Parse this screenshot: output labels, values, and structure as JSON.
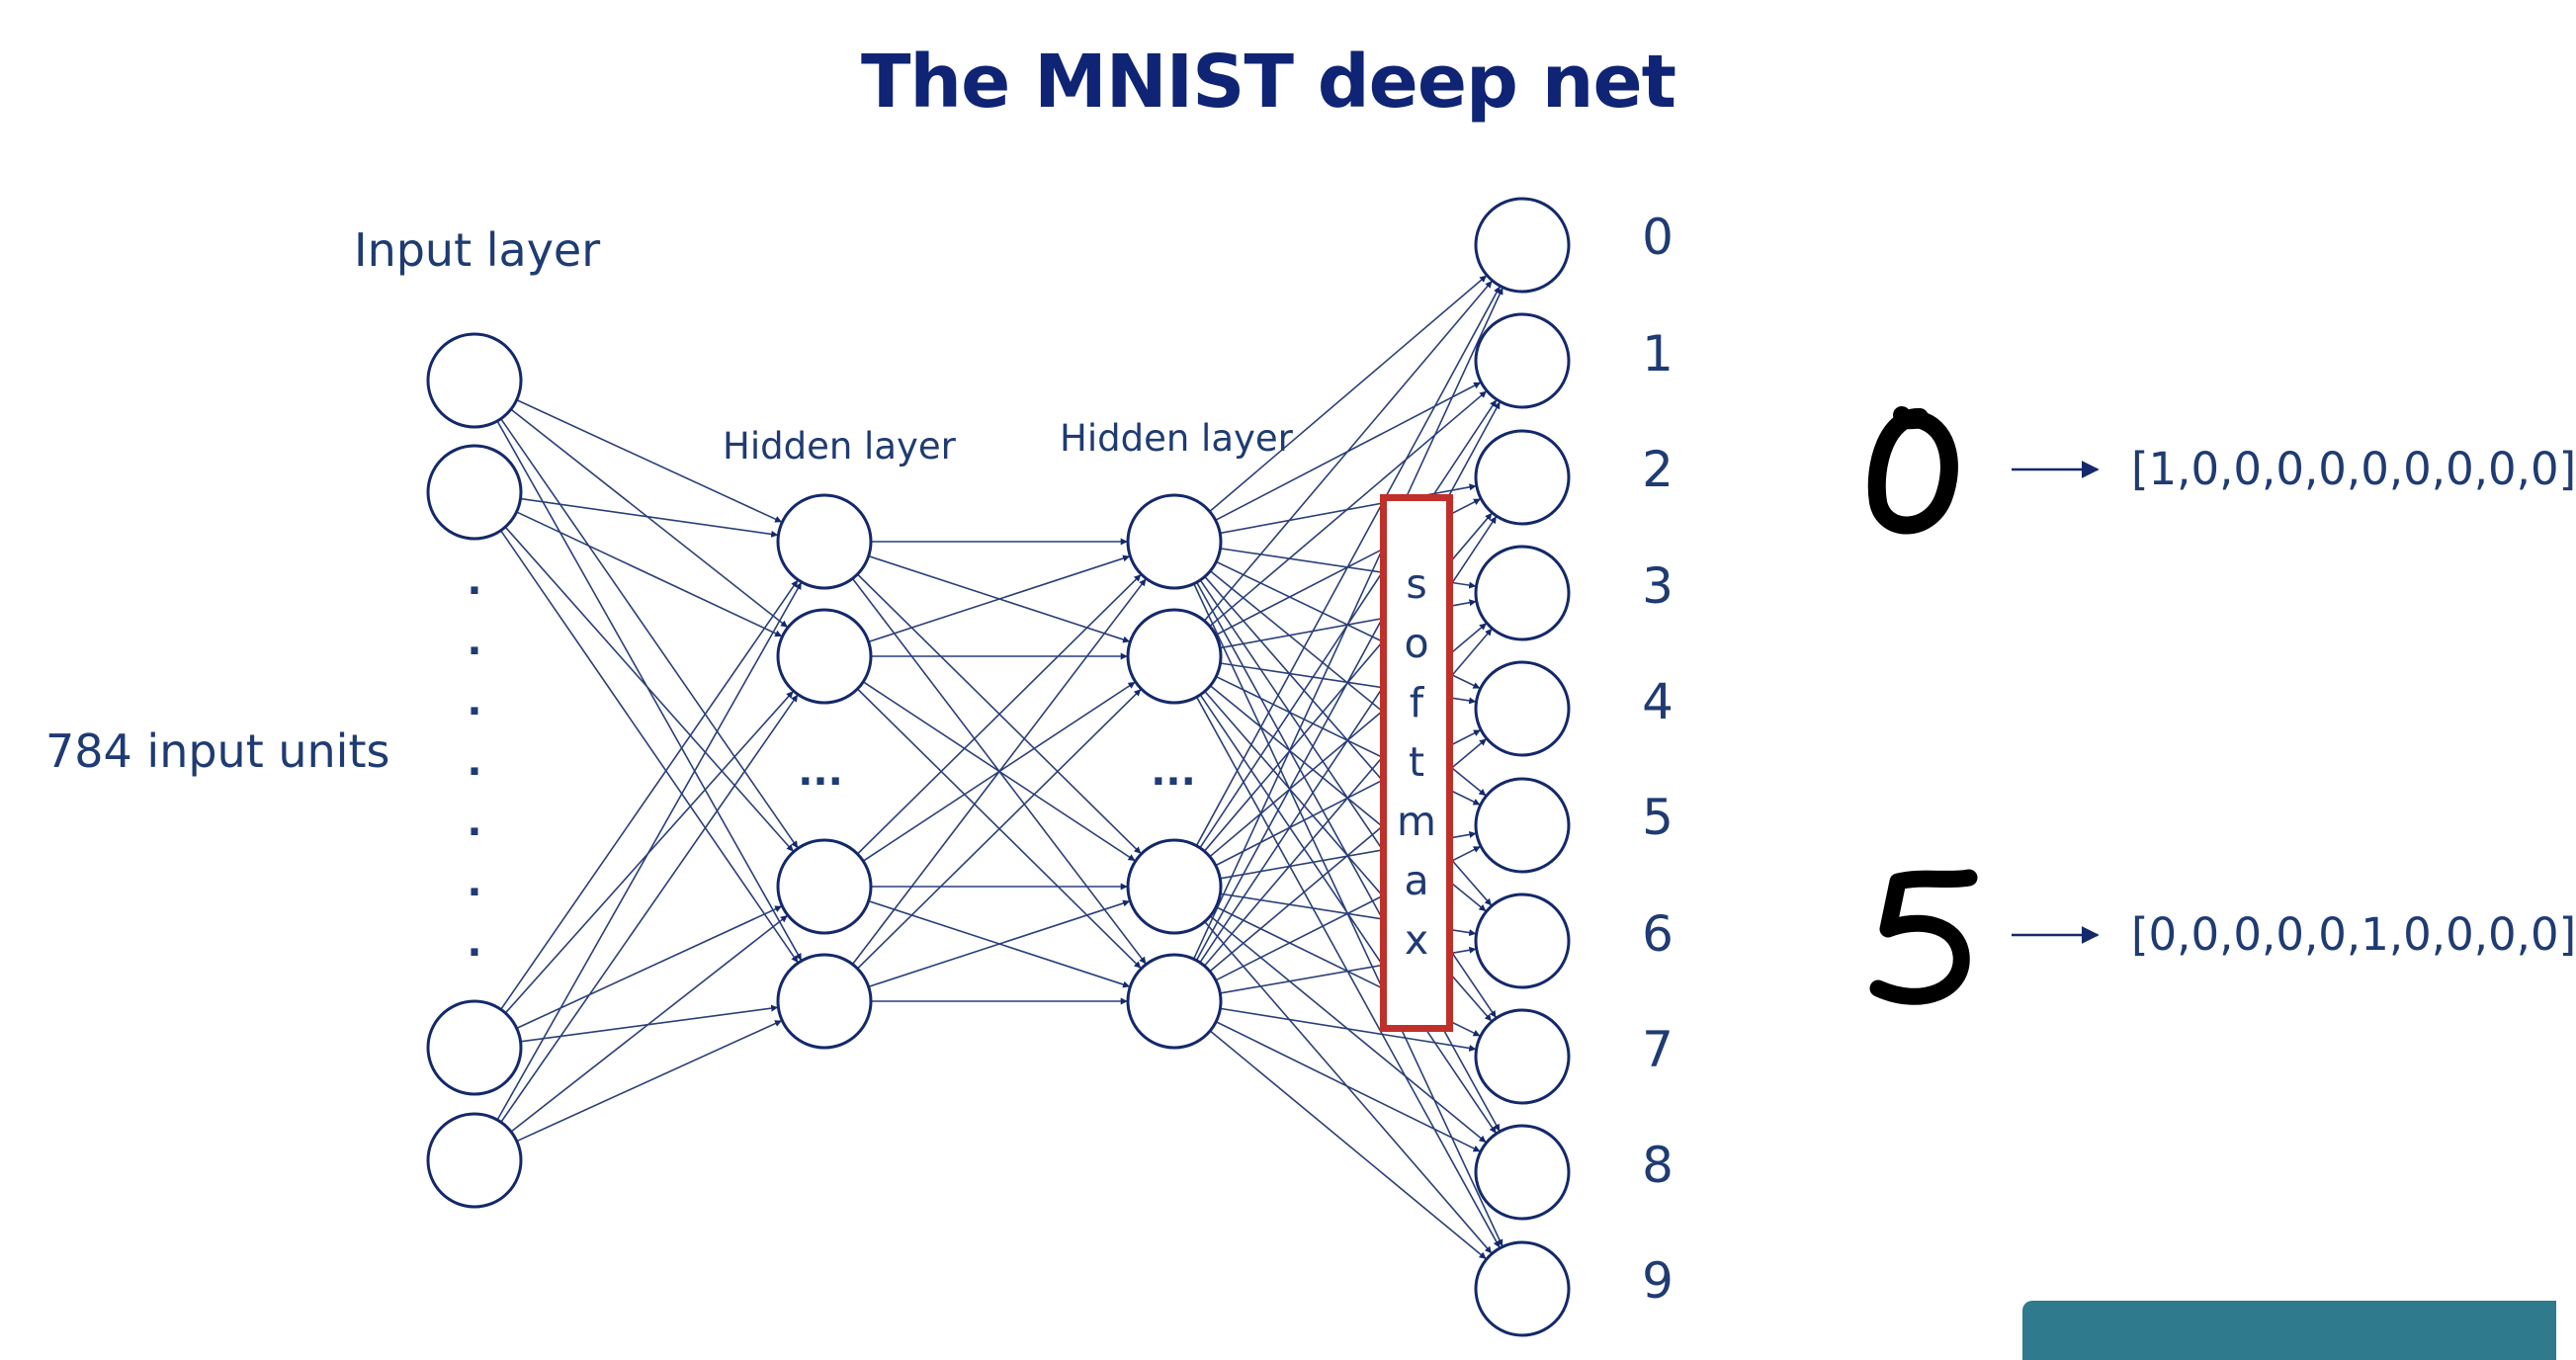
{
  "title": "The MNIST deep net",
  "input_layer_label": "Input layer",
  "input_units_label": "784 input units",
  "hidden_layer_1_label": "Hidden layer",
  "hidden_layer_2_label": "Hidden layer",
  "hidden_ellipsis": "...",
  "input_dots": [
    ".",
    ".",
    ".",
    ".",
    ".",
    ".",
    "."
  ],
  "softmax_letters": [
    "s",
    "o",
    "f",
    "t",
    "m",
    "a",
    "x"
  ],
  "output_labels": [
    "0",
    "1",
    "2",
    "3",
    "4",
    "5",
    "6",
    "7",
    "8",
    "9"
  ],
  "examples": [
    {
      "digit": "0",
      "vector": "[1,0,0,0,0,0,0,0,0,0]"
    },
    {
      "digit": "5",
      "vector": "[0,0,0,0,0,1,0,0,0,0]"
    }
  ],
  "colors": {
    "title": "#0f2474",
    "node_stroke": "#14296b",
    "edge": "#2a3f78",
    "text": "#1f3b73",
    "softmax_border": "#c0302a",
    "logo": "#2f7a8c"
  }
}
